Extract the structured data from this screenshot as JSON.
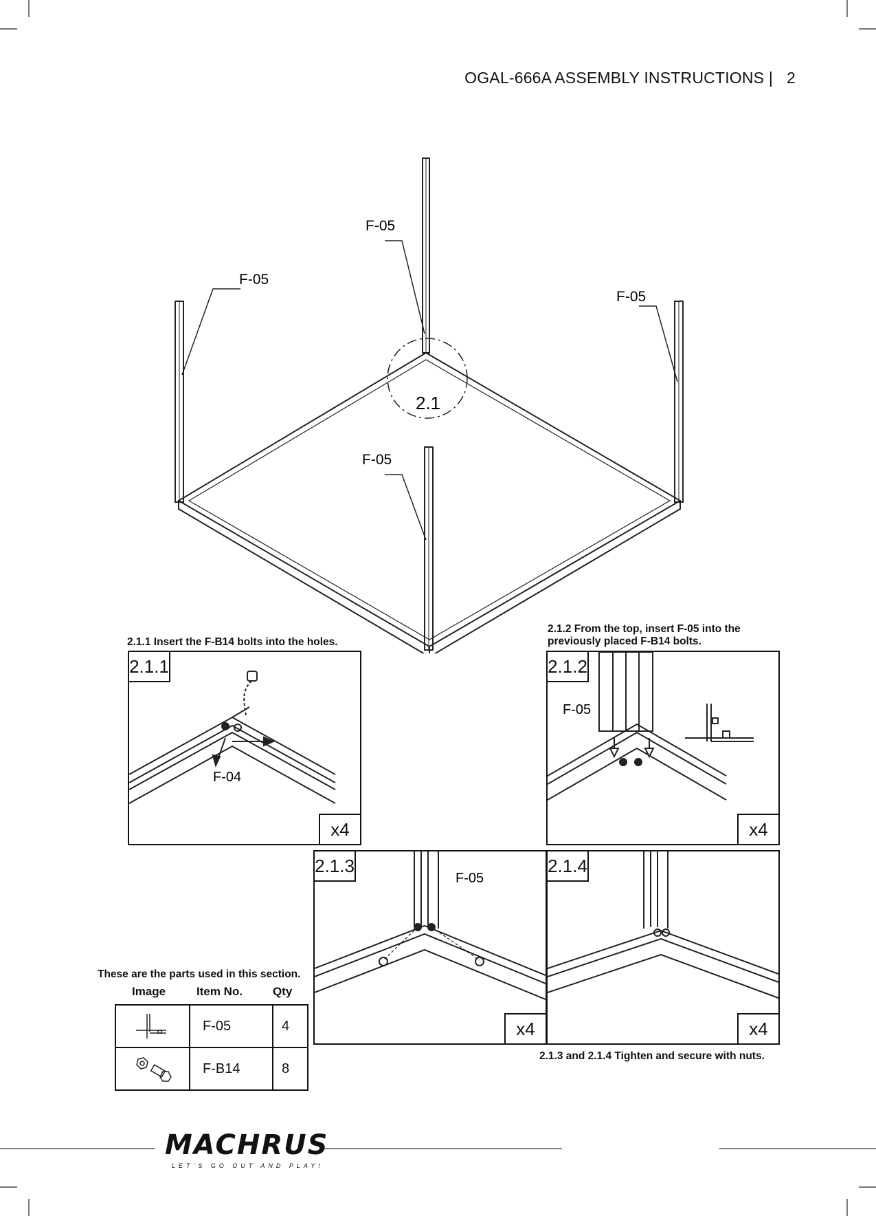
{
  "header": {
    "title": "OGAL-666A ASSEMBLY INSTRUCTIONS  |",
    "page_number": "2"
  },
  "main_diagram": {
    "callout": "2.1",
    "labels": [
      "F-05",
      "F-05",
      "F-05",
      "F-05"
    ]
  },
  "steps": {
    "s211": {
      "caption": "2.1.1 Insert the F-B14 bolts into the holes.",
      "tag": "2.1.1",
      "part": "F-04",
      "qty": "x4"
    },
    "s212": {
      "caption_line1": "2.1.2 From the top, insert F-05 into the",
      "caption_line2": "previously placed F-B14 bolts.",
      "tag": "2.1.2",
      "part": "F-05",
      "qty": "x4"
    },
    "s213": {
      "tag": "2.1.3",
      "part": "F-05",
      "qty": "x4"
    },
    "s214": {
      "tag": "2.1.4",
      "qty": "x4"
    },
    "final_caption": "2.1.3 and 2.1.4 Tighten and secure with nuts."
  },
  "parts": {
    "intro": "These are the parts used in this section.",
    "headers": {
      "image": "Image",
      "item": "Item No.",
      "qty": "Qty"
    },
    "rows": [
      {
        "icon": "post-profile-icon",
        "item": "F-05",
        "qty": "4"
      },
      {
        "icon": "bolt-nut-icon",
        "item": "F-B14",
        "qty": "8"
      }
    ]
  },
  "footer": {
    "brand": "MACHRUS",
    "tagline": "LET'S GO OUT AND PLAY!"
  }
}
